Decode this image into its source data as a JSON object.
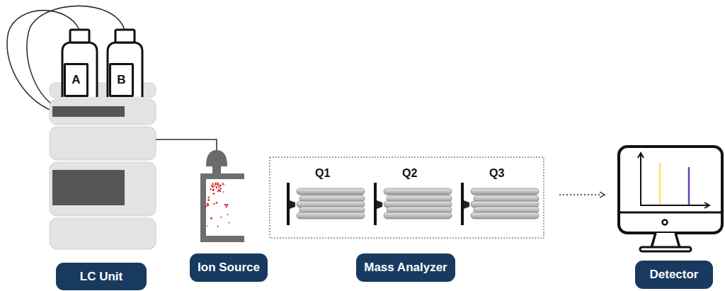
{
  "diagram": {
    "nodes": [
      {
        "text": [
          "A"
        ]
      },
      {
        "text": [
          "B"
        ]
      },
      {
        "text": [
          "LC Unit"
        ]
      },
      {
        "text": [
          "Ion Source"
        ]
      },
      {
        "text": [
          "Mass Analyzer"
        ]
      },
      {
        "text": [
          "Detector"
        ]
      }
    ],
    "labels": [
      "Q1",
      "Q2",
      "Q3"
    ]
  }
}
